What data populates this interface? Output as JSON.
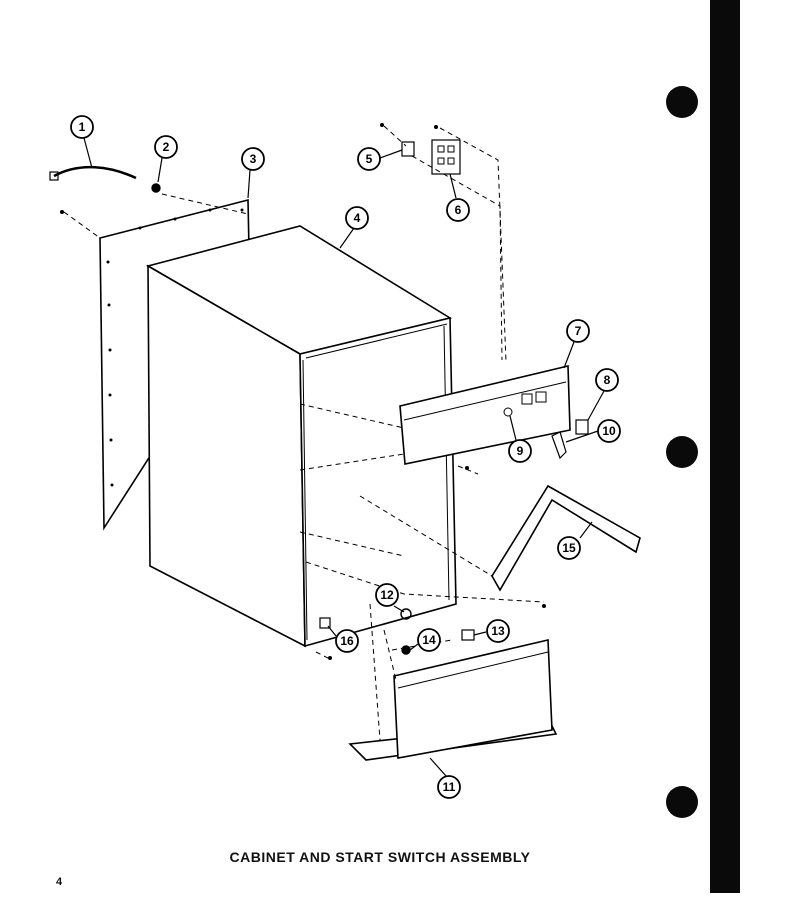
{
  "caption": "CABINET AND START SWITCH ASSEMBLY",
  "page_number": "4",
  "callouts": [
    {
      "label": "1"
    },
    {
      "label": "2"
    },
    {
      "label": "3"
    },
    {
      "label": "4"
    },
    {
      "label": "5"
    },
    {
      "label": "6"
    },
    {
      "label": "7"
    },
    {
      "label": "8"
    },
    {
      "label": "9"
    },
    {
      "label": "10"
    },
    {
      "label": "11"
    },
    {
      "label": "12"
    },
    {
      "label": "13"
    },
    {
      "label": "14"
    },
    {
      "label": "15"
    },
    {
      "label": "16"
    }
  ]
}
